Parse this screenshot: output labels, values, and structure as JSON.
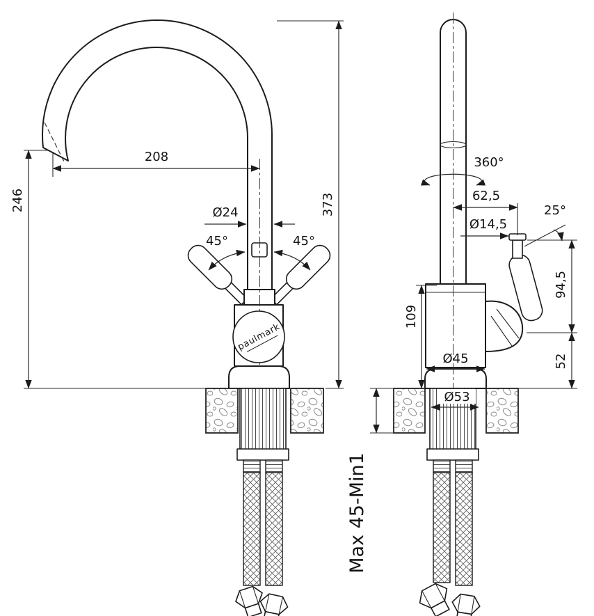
{
  "drawing": {
    "brand": "paulmark",
    "front": {
      "spout_reach": "208",
      "total_height": "373",
      "outlet_height": "246",
      "spout_tube_diameter": "Ø24",
      "left_handle_angle": "45°",
      "right_handle_angle": "45°"
    },
    "side": {
      "swivel": "360°",
      "handle_offset": "62,5",
      "handle_tilt": "25°",
      "handle_stem_diameter": "Ø14,5",
      "handle_length": "94,5",
      "body_height": "109",
      "body_diameter": "Ø45",
      "mounting_hole_diameter": "Ø53",
      "handle_to_deck": "52",
      "deck_thickness_range": "Max 45-Min1"
    }
  }
}
